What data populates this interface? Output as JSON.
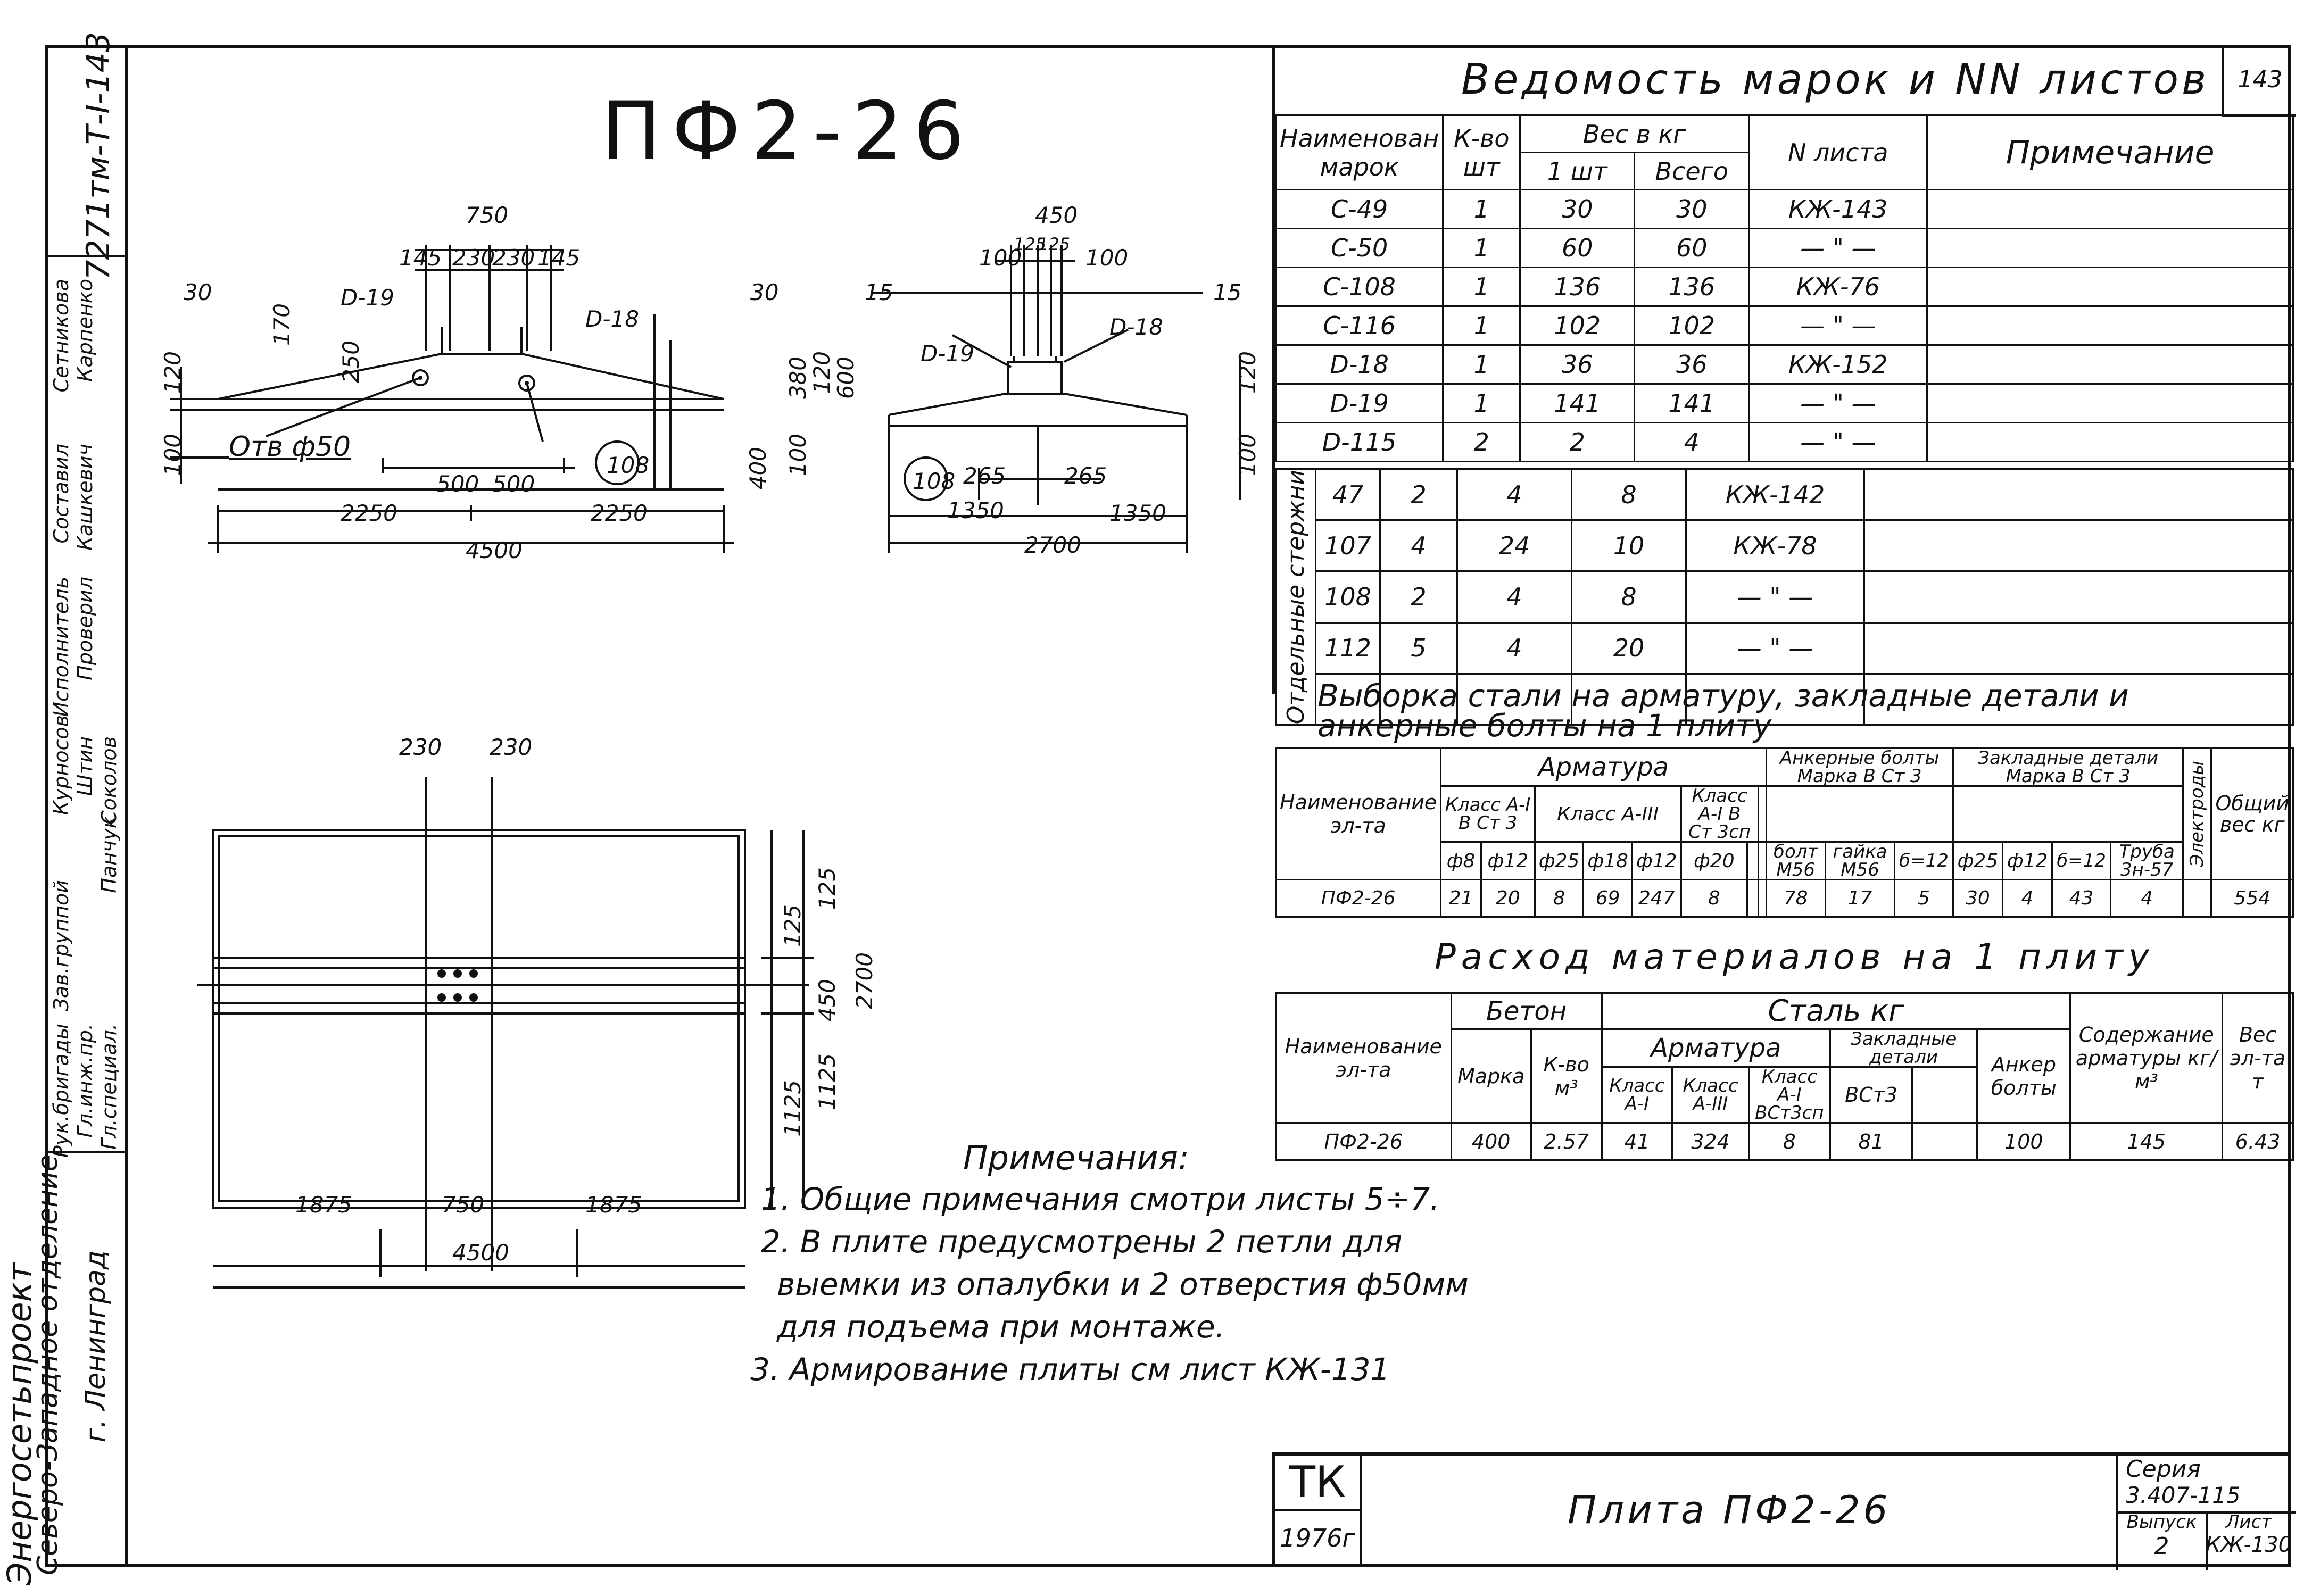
{
  "drawing": {
    "title": "ПФ2-26",
    "sheet_no": "143",
    "doc_code": "7271тм-Т-І-143"
  },
  "left_stamp": {
    "org_line1": "Энергосетьпроект",
    "org_line2": "Северо-Западное отделение",
    "org_line3": "г. Ленинград",
    "roles": [
      "Рук.бригады",
      "Гл.инж.пр.",
      "Гл.специал.",
      "Зав.группой",
      "Курносов",
      "Штин",
      "Соколов",
      "Панчук",
      "Исполнитель",
      "Проверил",
      "Составил",
      "Кашкевич",
      "Сетникова",
      "Карпенко"
    ]
  },
  "views": {
    "front": {
      "overall": "4500",
      "half_left": "2250",
      "half_right": "2250",
      "top_width": "750",
      "top_parts": [
        "145",
        "230",
        "230",
        "145"
      ],
      "left_margin": "30",
      "right_margin": "30",
      "marks": [
        "D-19",
        "D-18",
        "Отв ф50",
        "108"
      ],
      "spacing": [
        "500",
        "500"
      ],
      "heights": [
        "170",
        "250",
        "120",
        "100",
        "380",
        "120",
        "600",
        "400",
        "100"
      ]
    },
    "side": {
      "overall": "2700",
      "half_left": "1350",
      "half_right": "1350",
      "top_width": "450",
      "top_parts": [
        "100",
        "125",
        "125",
        "100"
      ],
      "margins": [
        "15",
        "15"
      ],
      "marks": [
        "D-19",
        "D-18",
        "108"
      ],
      "spacing": [
        "265",
        "265"
      ],
      "heights": [
        "120",
        "100"
      ]
    },
    "plan": {
      "top_parts": [
        "230",
        "230"
      ],
      "bottom_parts": [
        "1875",
        "750",
        "1875"
      ],
      "overall": "4500",
      "vert": [
        "125",
        "1125",
        "450",
        "125",
        "1125"
      ],
      "total_v": "2700"
    }
  },
  "marks_table": {
    "title": "Ведомость марок и NN листов",
    "headers": {
      "name": "Наименован марок",
      "qty": "К-во шт",
      "weight": "Вес в кг",
      "one": "1 шт",
      "all": "Всего",
      "sheet": "N листа",
      "note": "Примечание"
    },
    "rows": [
      [
        "С-49",
        "1",
        "30",
        "30",
        "КЖ-143"
      ],
      [
        "С-50",
        "1",
        "60",
        "60",
        "— \" —"
      ],
      [
        "С-108",
        "1",
        "136",
        "136",
        "КЖ-76"
      ],
      [
        "С-116",
        "1",
        "102",
        "102",
        "— \" —"
      ],
      [
        "D-18",
        "1",
        "36",
        "36",
        "КЖ-152"
      ],
      [
        "D-19",
        "1",
        "141",
        "141",
        "— \" —"
      ],
      [
        "D-115",
        "2",
        "2",
        "4",
        "— \" —"
      ]
    ],
    "group_label": "Отдельные стержни",
    "group_rows": [
      [
        "47",
        "2",
        "4",
        "8",
        "КЖ-142"
      ],
      [
        "107",
        "4",
        "24",
        "10",
        "КЖ-78"
      ],
      [
        "108",
        "2",
        "4",
        "8",
        "— \" —"
      ],
      [
        "112",
        "5",
        "4",
        "20",
        "— \" —"
      ]
    ]
  },
  "steel_table": {
    "title": "Выборка стали на арматуру, закладные детали и анкерные болты на 1 плиту",
    "h_name": "Наименование эл-та",
    "h_arm": "Арматура",
    "h_a1": "Класс А-I В Ст 3",
    "h_a3": "Класс А-III",
    "h_a1b": "Класс А-I В Ст 3сп",
    "h_anchor": "Анкерные болты Марка В Ст 3",
    "h_embed": "Закладные детали Марка В Ст 3",
    "h_electrodes": "Электроды",
    "h_total": "Общий вес кг",
    "diam": [
      "ф8",
      "ф12",
      "ф25",
      "ф18",
      "ф12",
      "ф20",
      "",
      "",
      "болт М56",
      "гайка М56",
      "б=12",
      "ф25",
      "ф12",
      "б=12",
      "Труба 3н-57",
      "",
      ""
    ],
    "row": [
      "ПФ2-26",
      "21",
      "20",
      "8",
      "69",
      "247",
      "8",
      "",
      "",
      "78",
      "17",
      "5",
      "30",
      "4",
      "43",
      "4",
      "",
      "554"
    ]
  },
  "materials_table": {
    "title": "Расход материалов на 1 плиту",
    "h_name": "Наименование эл-та",
    "h_concrete": "Бетон",
    "h_steel": "Сталь кг",
    "h_arm": "Арматура",
    "h_mark": "Марка",
    "h_volume": "К-во м³",
    "h_a1": "Класс А-I",
    "h_a3": "Класс А-III",
    "h_a1b": "Класс А-I ВСт3сп",
    "h_embed": "Закладные детали",
    "h_embed_sub": "ВСт3",
    "h_anchor": "Анкер болты",
    "h_content": "Содержание арматуры кг/м³",
    "h_weight": "Вес эл-та т",
    "row": [
      "ПФ2-26",
      "400",
      "2.57",
      "41",
      "324",
      "8",
      "81",
      "",
      "100",
      "145",
      "6.43"
    ]
  },
  "notes": {
    "title": "Примечания:",
    "items": [
      "1. Общие примечания смотри листы 5÷7.",
      "2. В плите предусмотрены 2 петли для",
      "выемки из опалубки и 2 отверстия ф50мм",
      "для подъема при монтаже.",
      "3. Армирование плиты см лист КЖ-131"
    ]
  },
  "title_block": {
    "tk": "ТК",
    "year": "1976г",
    "name": "Плита ПФ2-26",
    "series_label": "Серия",
    "series": "3.407-115",
    "issue_label": "Выпуск",
    "issue": "2",
    "sheet_label": "Лист",
    "sheet": "КЖ-130"
  }
}
